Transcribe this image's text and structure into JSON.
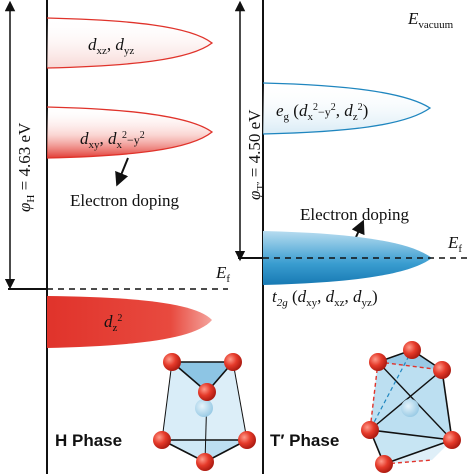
{
  "vacuum_label": "E",
  "vacuum_sub": "vacuum",
  "h_phase": {
    "phase_label": "H Phase",
    "work_function": {
      "symbol": "φ",
      "sub": "H",
      "value": " = 4.63 eV"
    },
    "fermi_label": "E",
    "fermi_sub": "f",
    "doping_label": "Electron doping",
    "band_dxz_dyz": {
      "d": "d",
      "s1": "xz",
      "sep": ", ",
      "d2": "d",
      "s2": "yz"
    },
    "band_dxy_dx2y2": {
      "d": "d",
      "s1": "xy",
      "sep": ", ",
      "d2": "d",
      "s2": "x",
      "sup2": "2",
      "minus": "−y",
      "sup3": "2"
    },
    "band_dz2": {
      "d": "d",
      "sub": "z",
      "sup": "2"
    }
  },
  "t_phase": {
    "phase_label": "T′ Phase",
    "work_function": {
      "symbol": "φ",
      "sub": "T′",
      "value": " = 4.50 eV"
    },
    "fermi_label": "E",
    "fermi_sub": "f",
    "doping_label": "Electron doping",
    "band_eg": {
      "e": "e",
      "esub": "g",
      "open": " (",
      "d": "d",
      "s1": "x",
      "sup1": "2",
      "mid": "−y",
      "sup2": "2",
      "sep": ", ",
      "d2": "d",
      "s2": "z",
      "sup3": "2",
      "close": ")"
    },
    "band_t2g": {
      "t": "t",
      "tsub": "2g",
      "open": " (",
      "d1": "d",
      "s1": "xy",
      "sep1": ", ",
      "d2": "d",
      "s2": "xz",
      "sep2": ", ",
      "d3": "d",
      "s3": "yz",
      "close": ")"
    }
  },
  "colors": {
    "red": "#e0332b",
    "blue": "#1f86bf",
    "dashed": "#000000"
  }
}
